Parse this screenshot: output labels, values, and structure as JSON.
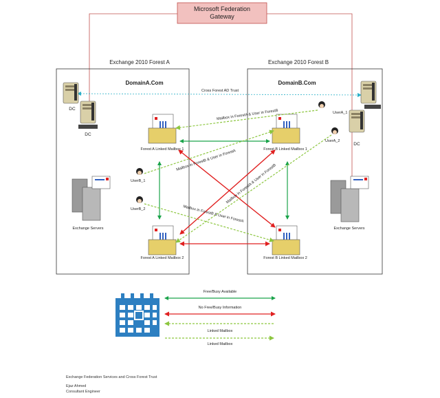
{
  "gateway": {
    "line1": "Microsoft Federation",
    "line2": "Gateway"
  },
  "forest_a": {
    "title": "Exchange 2010 Forest A",
    "domain": "DomainA.Com"
  },
  "forest_b": {
    "title": "Exchange 2010 Forest B",
    "domain": "DomainB.Com"
  },
  "trust_label": "Cross Forest AD Trust",
  "dc_label": "DC",
  "exchange_servers_label": "Exchange Servers",
  "mailboxes": {
    "a1": "Forest A Linked Mailbox 1",
    "a2": "Forest A Linked Mailbox 2",
    "b1": "Forest B Linked Mailbox 1",
    "b2": "Forest B Linked Mailbox 2"
  },
  "users": {
    "a1": "UserA_1",
    "a2": "UserA_2",
    "b1": "UserB_1",
    "b2": "UserB_2"
  },
  "arrow_labels": {
    "top": "Mailbox in ForestA & User in ForestB",
    "diag_b1": "Mailbox in ForestB & User in ForestA",
    "diag_a": "Mailbox in ForestA & User in ForestB",
    "lower": "Mailbox in ForestB & User in ForestA"
  },
  "legend": [
    {
      "label": "Free/Busy Available",
      "color": "#1aa34a",
      "style": "solid"
    },
    {
      "label": "No Free/Busy Information",
      "color": "#e02020",
      "style": "solid"
    },
    {
      "label": "Linked Mailbox",
      "color": "#8cc63f",
      "style": "dashed"
    },
    {
      "label": "Linked Mailbox",
      "color": "#8cc63f",
      "style": "dashed"
    }
  ],
  "footer": {
    "line1": "Exchange Federation Services and Cross Forest Trust",
    "line2": "Ejaz Ahmed",
    "line3": "Consultant Engineer"
  },
  "colors": {
    "green": "#1aa34a",
    "red": "#e02020",
    "lightgreen": "#8cc63f",
    "gateway_fill": "#f2c1bf",
    "gateway_line": "#c0504d",
    "trust_line": "#2bb0c8"
  }
}
